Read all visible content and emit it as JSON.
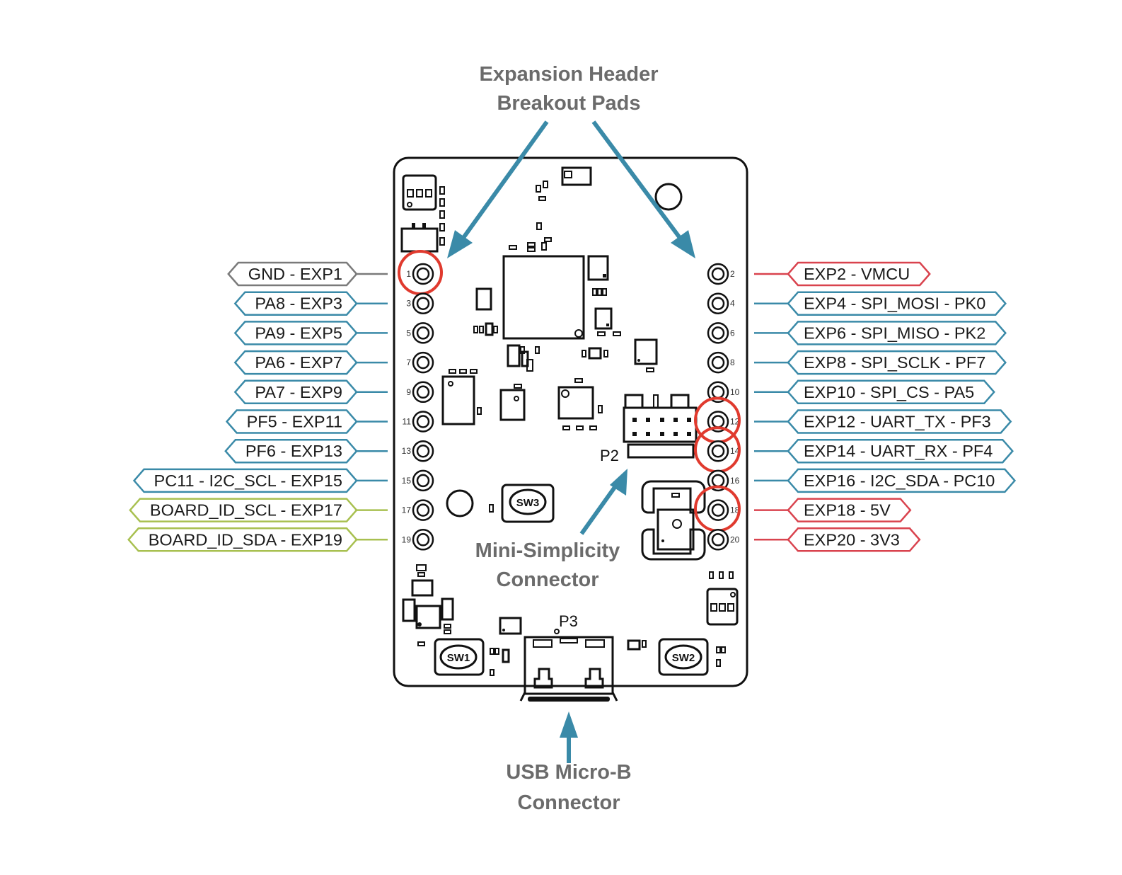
{
  "title": "Expansion Header Pinout Diagram",
  "callouts": {
    "expansion_header_line1": "Expansion Header",
    "expansion_header_line2": "Breakout Pads",
    "mini_simplicity_line1": "Mini-Simplicity",
    "mini_simplicity_line2": "Connector",
    "usb_line1": "USB Micro-B",
    "usb_line2": "Connector"
  },
  "board_silkscreen": {
    "p2": "P2",
    "p3": "P3",
    "sw1": "SW1",
    "sw2": "SW2",
    "sw3": "SW3"
  },
  "colors": {
    "ground": "#7a7a7a",
    "signal": "#3a8aa8",
    "board_id": "#a8c050",
    "power": "#d9434e",
    "highlight": "#e03a2e",
    "callout_arrow": "#3a8aa8"
  },
  "left_pins": [
    {
      "pin": "1",
      "label": "GND - EXP1",
      "type": "ground",
      "highlighted": true
    },
    {
      "pin": "3",
      "label": "PA8 - EXP3",
      "type": "signal",
      "highlighted": false
    },
    {
      "pin": "5",
      "label": "PA9 - EXP5",
      "type": "signal",
      "highlighted": false
    },
    {
      "pin": "7",
      "label": "PA6 - EXP7",
      "type": "signal",
      "highlighted": false
    },
    {
      "pin": "9",
      "label": "PA7 - EXP9",
      "type": "signal",
      "highlighted": false
    },
    {
      "pin": "11",
      "label": "PF5 - EXP11",
      "type": "signal",
      "highlighted": false
    },
    {
      "pin": "13",
      "label": "PF6 - EXP13",
      "type": "signal",
      "highlighted": false
    },
    {
      "pin": "15",
      "label": "PC11 - I2C_SCL - EXP15",
      "type": "signal",
      "highlighted": false
    },
    {
      "pin": "17",
      "label": "BOARD_ID_SCL - EXP17",
      "type": "board_id",
      "highlighted": false
    },
    {
      "pin": "19",
      "label": "BOARD_ID_SDA - EXP19",
      "type": "board_id",
      "highlighted": false
    }
  ],
  "right_pins": [
    {
      "pin": "2",
      "label": "EXP2 - VMCU",
      "type": "power",
      "highlighted": false
    },
    {
      "pin": "4",
      "label": "EXP4 - SPI_MOSI - PK0",
      "type": "signal",
      "highlighted": false
    },
    {
      "pin": "6",
      "label": "EXP6 - SPI_MISO - PK2",
      "type": "signal",
      "highlighted": false
    },
    {
      "pin": "8",
      "label": "EXP8 - SPI_SCLK - PF7",
      "type": "signal",
      "highlighted": false
    },
    {
      "pin": "10",
      "label": "EXP10 - SPI_CS - PA5",
      "type": "signal",
      "highlighted": false
    },
    {
      "pin": "12",
      "label": "EXP12 - UART_TX - PF3",
      "type": "signal",
      "highlighted": true
    },
    {
      "pin": "14",
      "label": "EXP14 - UART_RX - PF4",
      "type": "signal",
      "highlighted": true
    },
    {
      "pin": "16",
      "label": "EXP16 - I2C_SDA - PC10",
      "type": "signal",
      "highlighted": false
    },
    {
      "pin": "18",
      "label": "EXP18 - 5V",
      "type": "power",
      "highlighted": true
    },
    {
      "pin": "20",
      "label": "EXP20 - 3V3",
      "type": "power",
      "highlighted": false
    }
  ]
}
